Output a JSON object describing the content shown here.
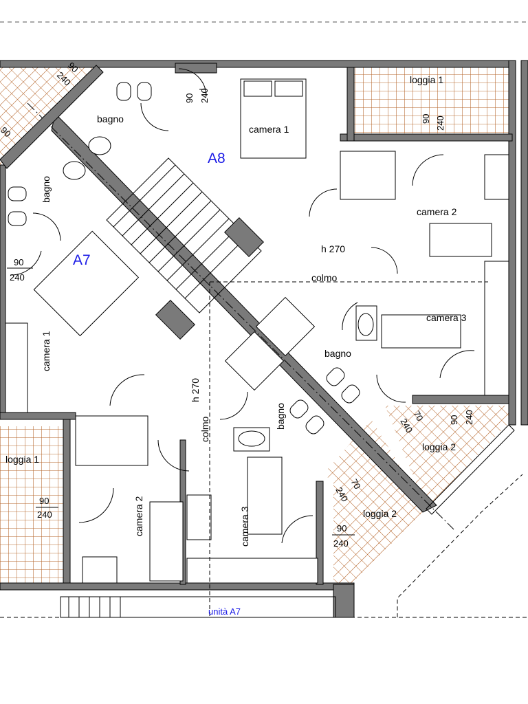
{
  "units": {
    "a8": "A8",
    "a7": "A7",
    "unit_a7_note": "unità A7"
  },
  "rooms": {
    "loggia_1_top": "loggia 1",
    "camera_1_top": "camera 1",
    "bagno_top_left": "bagno",
    "bagno_left_vertical": "bagno",
    "camera_2_right": "camera 2",
    "h270_center": "h 270",
    "colmo_center": "colmo",
    "camera_3_right": "camera 3",
    "bagno_center": "bagno",
    "camera_1_left_vertical": "camera 1",
    "h270_lower_vertical": "h 270",
    "colmo_lower_vertical": "colmo",
    "bagno_lower_vertical": "bagno",
    "loggia_1_left": "loggia 1",
    "camera_2_lower_vertical": "camera 2",
    "camera_3_lower_vertical": "camera 3",
    "loggia_2_right": "loggia 2",
    "loggia_2_lower": "loggia 2"
  },
  "dimensions": {
    "door_top_w": "90",
    "door_top_h": "240",
    "loggia1_top_w": "90",
    "loggia1_top_h": "240",
    "topleft_w": "90",
    "topleft_h": "240",
    "left_edge_w": "90",
    "left_window_w": "90",
    "left_window_h": "240",
    "loggia1_left_w": "90",
    "loggia1_left_h": "240",
    "right_door_w": "90",
    "right_door_h": "240",
    "diag_mid_w": "70",
    "diag_mid_h": "240",
    "diag_low_w": "70",
    "diag_low_h": "240",
    "lower_door_w": "90",
    "lower_door_h": "240"
  },
  "colors": {
    "wall": "#7a7a7a",
    "wall_outline": "#000000",
    "tile_line": "#b5652a",
    "unit_label": "#1a1ae6"
  }
}
